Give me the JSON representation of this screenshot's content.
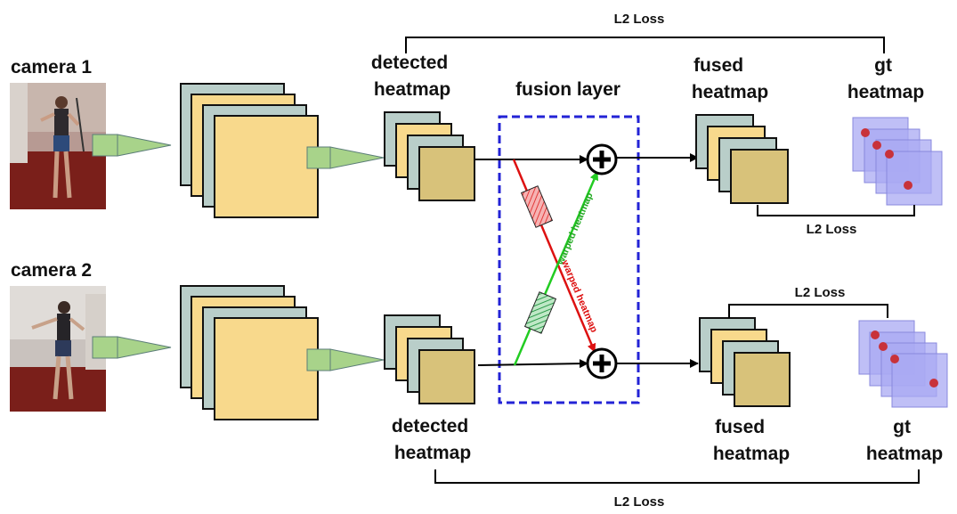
{
  "colors": {
    "feature_teal": "#b9cec9",
    "feature_yellow": "#f8d98c",
    "heatmap_tan": "#d8c27a",
    "cone": "#a8d38a",
    "gt_square": "#aaaaf3",
    "keypoint": "#c8323a",
    "fusion_border": "#2323d6",
    "warp_green": "#22cc22",
    "warp_red": "#dd1111",
    "line": "#000000"
  },
  "labels": {
    "camera1": "camera 1",
    "camera2": "camera 2",
    "detected_heatmap_top": [
      "detected",
      "heatmap"
    ],
    "detected_heatmap_bottom": [
      "detected",
      "heatmap"
    ],
    "fusion_layer": "fusion layer",
    "fused_heatmap_top": [
      "fused",
      "heatmap"
    ],
    "fused_heatmap_bottom": [
      "fused",
      "heatmap"
    ],
    "gt_heatmap_top": [
      "gt",
      "heatmap"
    ],
    "gt_heatmap_bottom": [
      "gt",
      "heatmap"
    ],
    "warped_heatmap_green": "warped heatmap",
    "warped_heatmap_red": "warped heatmap",
    "l2_loss_top": "L2 Loss",
    "l2_loss_mid_top": "L2 Loss",
    "l2_loss_mid_bottom": "L2 Loss",
    "l2_loss_bottom": "L2 Loss"
  },
  "icons": {
    "sum_node": "circled-plus-icon",
    "camera_photo": "person-photo"
  }
}
